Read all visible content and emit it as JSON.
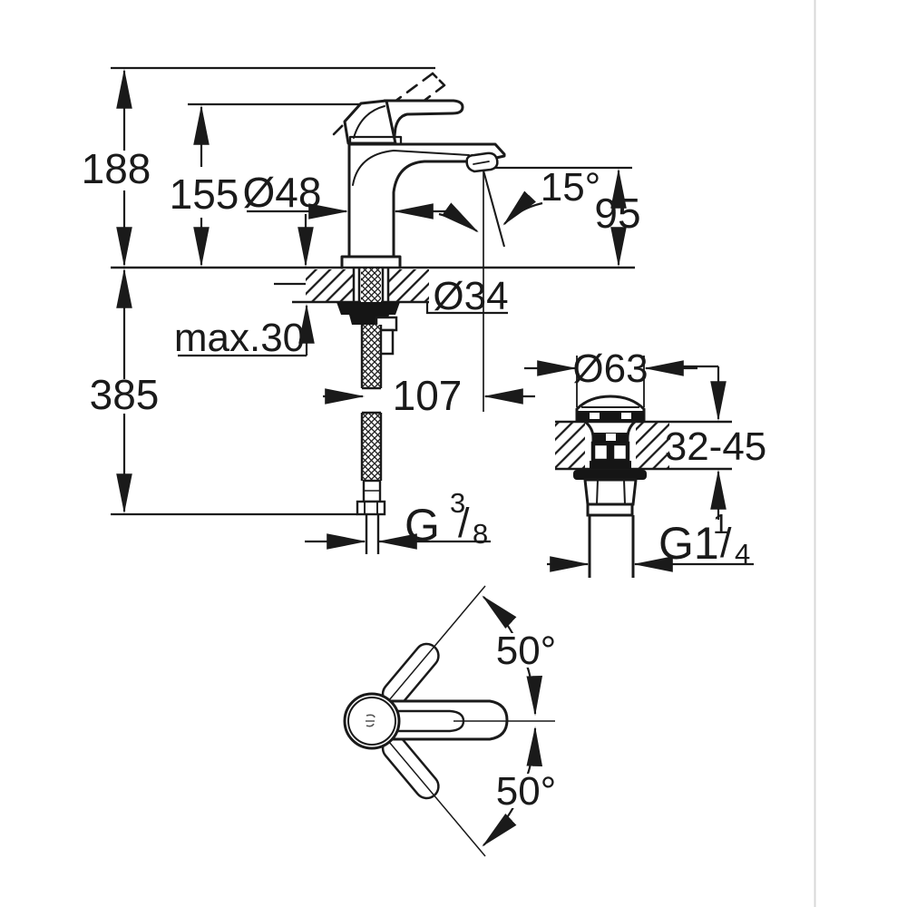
{
  "labels": {
    "overall_height": "188",
    "handle_height": "155",
    "body_diameter": "Ø48",
    "aerator_angle": "15°",
    "spout_height": "95",
    "shank_diameter": "Ø34",
    "max_deck_thickness": "max.30",
    "supply_length": "385",
    "spout_projection": "107",
    "waste_flange_diameter": "Ø63",
    "waste_deck_range": "32-45",
    "handle_swing_upper": "50°",
    "handle_swing_lower": "50°",
    "supply_thread": {
      "letter": "G",
      "numerator": "3",
      "slash": "/",
      "denominator": "8"
    },
    "waste_thread": {
      "letter": "G1",
      "numerator": "1",
      "slash": "/",
      "denominator": "4"
    }
  },
  "colors": {
    "line": "#1a1a1a",
    "background": "#ffffff",
    "edge_shadow": "#d8d8d8"
  }
}
